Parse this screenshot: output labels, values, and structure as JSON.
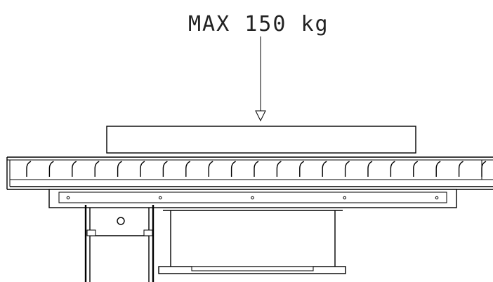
{
  "annotation": {
    "load_label": "MAX 150 kg"
  },
  "colors": {
    "line": "#000000",
    "background": "#ffffff",
    "label": "#222222"
  },
  "roller_count": 21,
  "fastener_count": 5
}
